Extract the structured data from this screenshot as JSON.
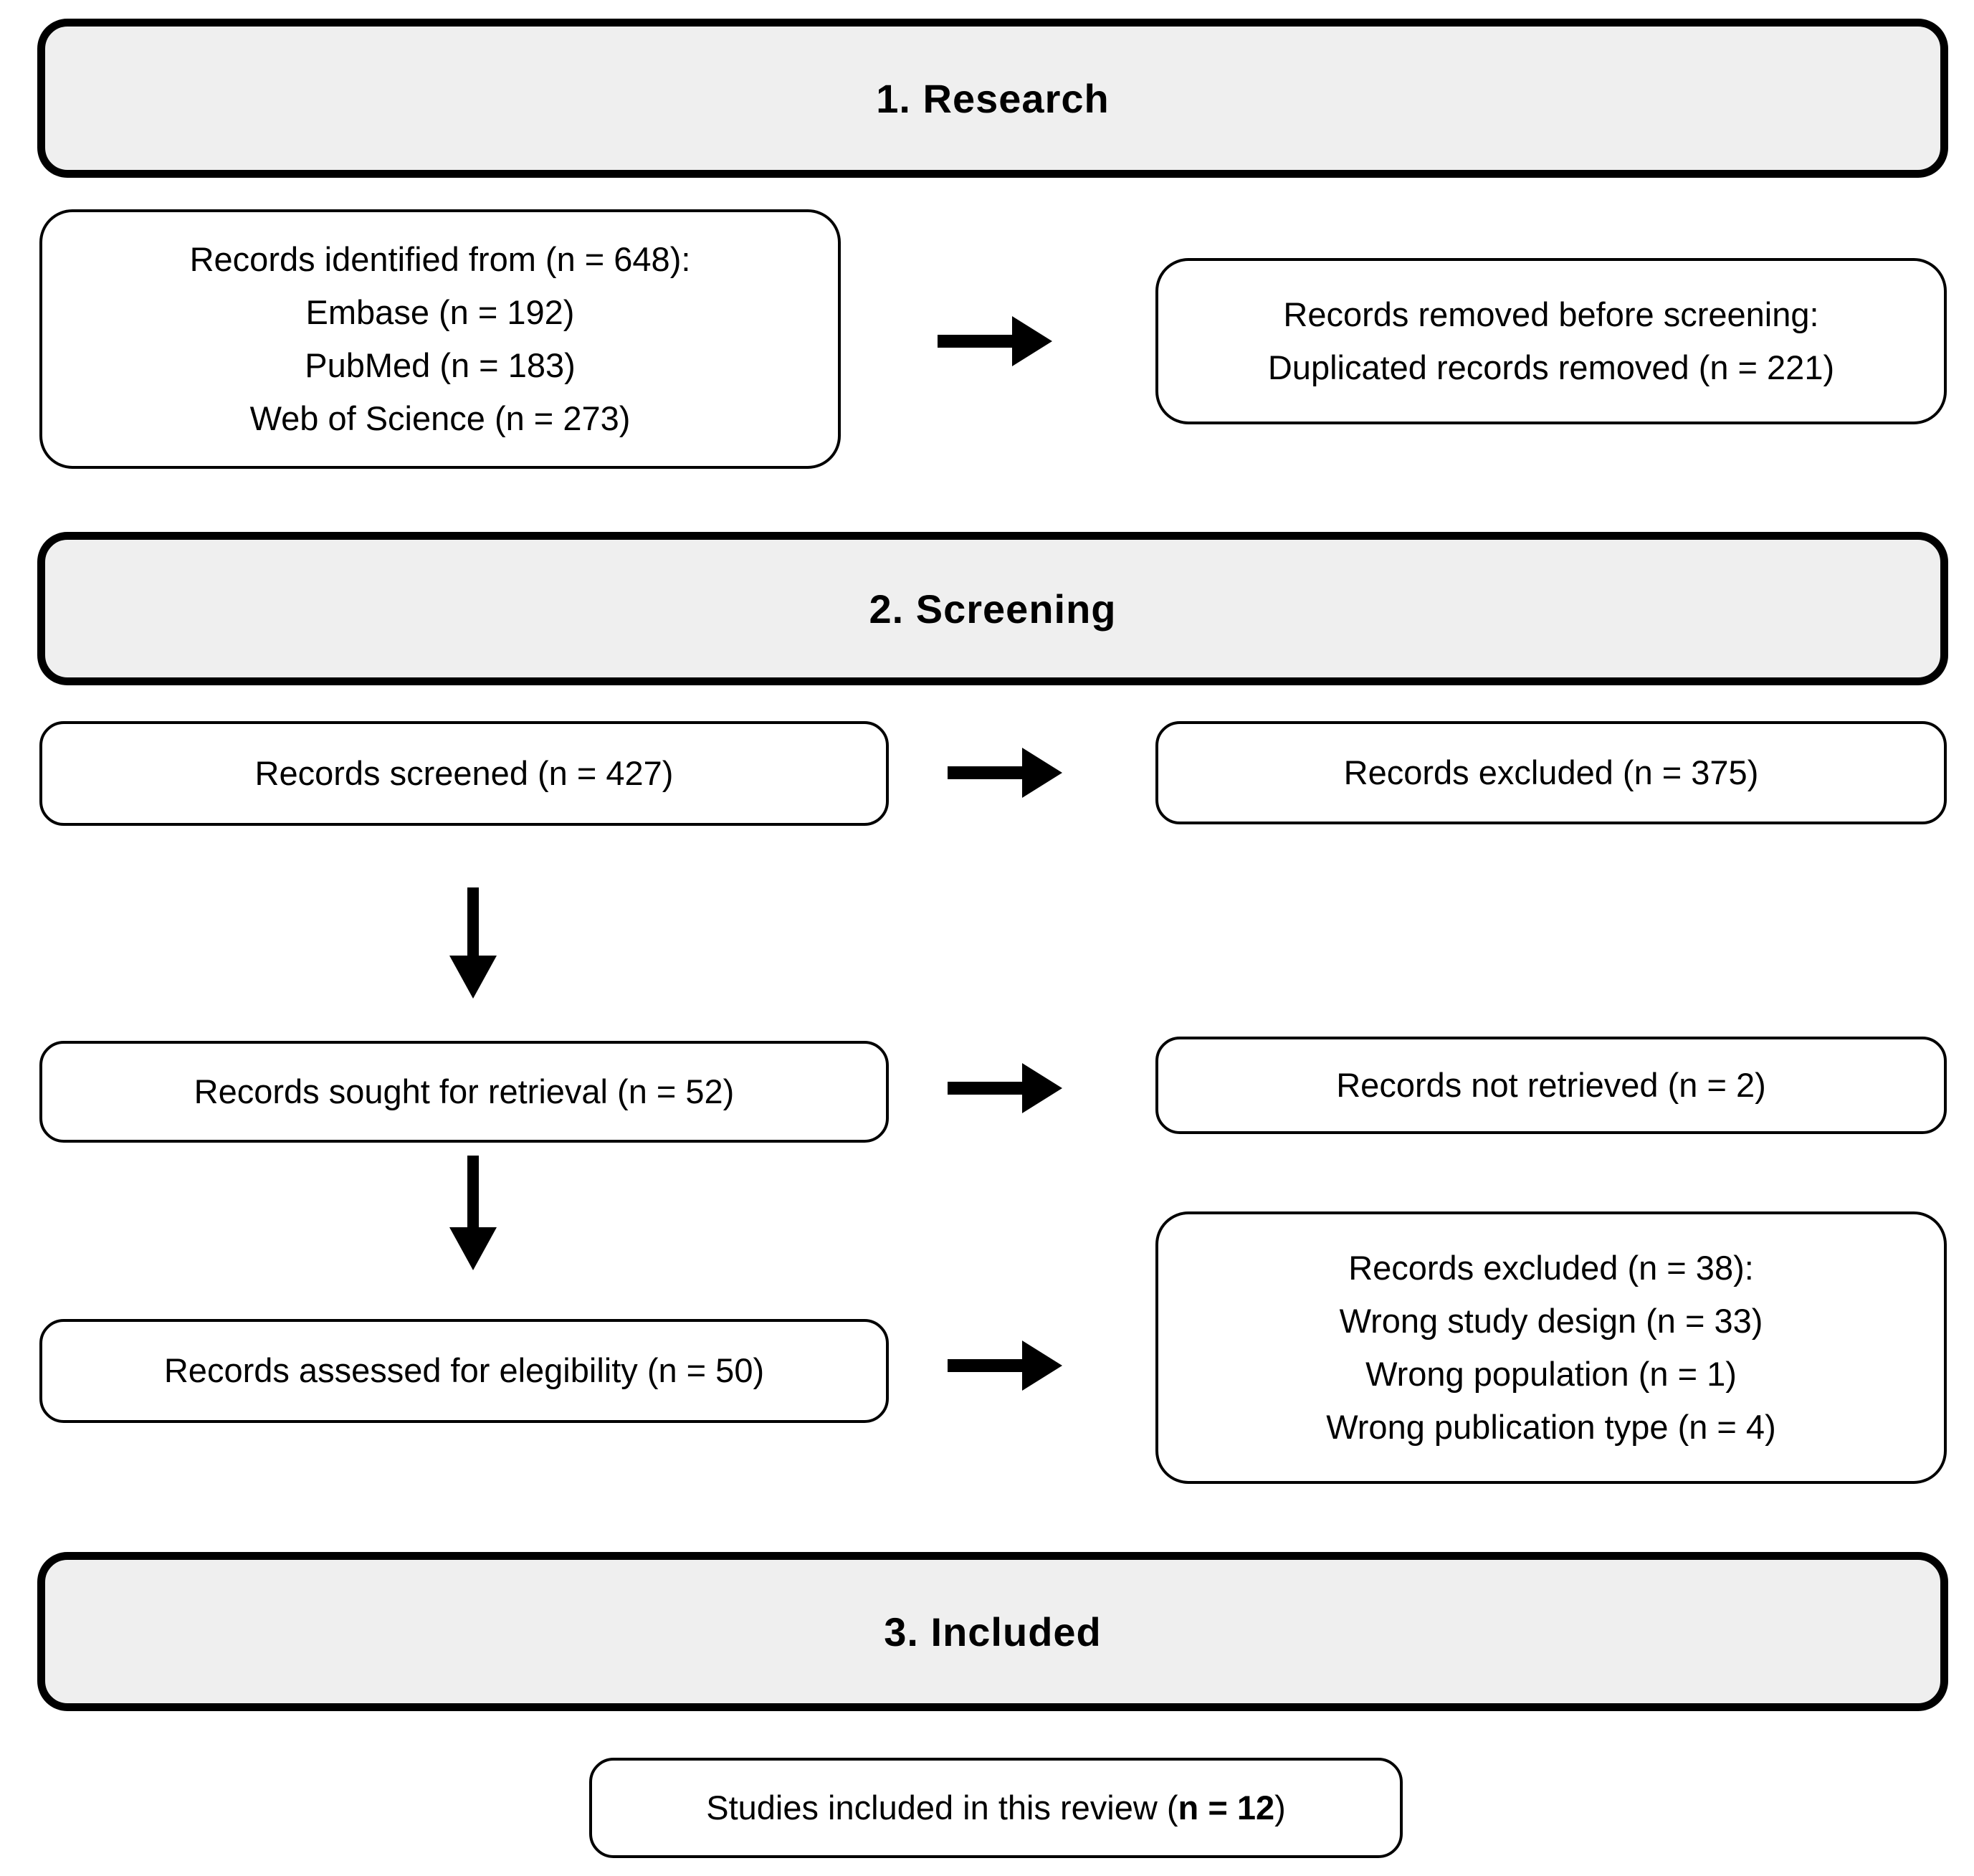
{
  "colors": {
    "header_fill": "#efefef",
    "box_fill": "#ffffff",
    "border": "#000000",
    "arrow": "#000000",
    "background": "#ffffff"
  },
  "headers": {
    "research": "1. Research",
    "screening": "2. Screening",
    "included": "3. Included"
  },
  "boxes": {
    "identified": {
      "lines": [
        "Records identified from (n = 648):",
        "Embase (n = 192)",
        "PubMed (n = 183)",
        "Web of Science (n = 273)"
      ]
    },
    "removed_before_screening": {
      "lines": [
        "Records removed before screening:",
        "Duplicated records removed (n = 221)"
      ]
    },
    "screened": {
      "lines": [
        "Records screened (n = 427)"
      ]
    },
    "excluded_screening": {
      "lines": [
        "Records excluded (n = 375)"
      ]
    },
    "sought_retrieval": {
      "lines": [
        "Records sought for retrieval (n = 52)"
      ]
    },
    "not_retrieved": {
      "lines": [
        "Records not retrieved (n = 2)"
      ]
    },
    "assessed_eligibility": {
      "lines": [
        "Records assessed for elegibility (n = 50)"
      ]
    },
    "excluded_eligibility": {
      "lines": [
        "Records excluded (n = 38):",
        "Wrong study design (n = 33)",
        "Wrong population (n = 1)",
        "Wrong publication type (n = 4)"
      ]
    },
    "included_studies": {
      "prefix": "Studies included in this review (",
      "count_bold": "n = 12",
      "suffix": ")"
    }
  }
}
